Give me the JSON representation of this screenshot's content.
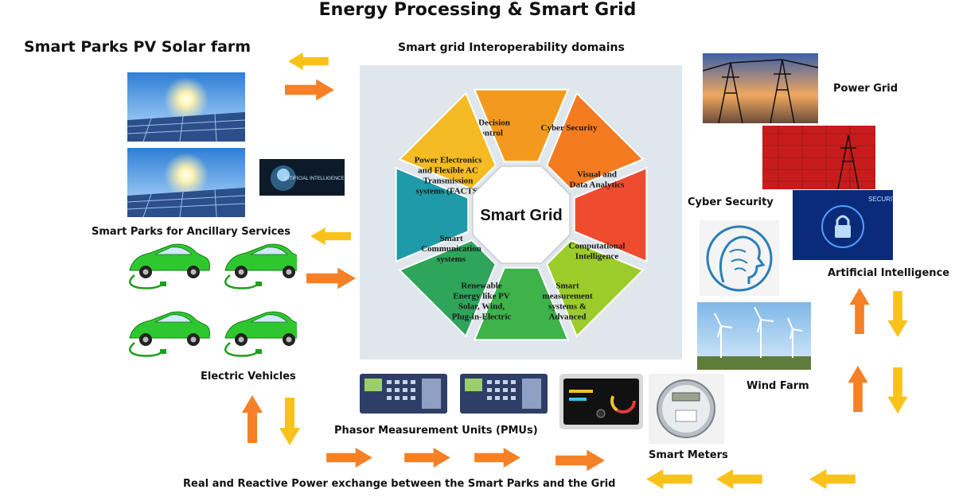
{
  "title": "Energy Processing & Smart Grid",
  "labels": {
    "solar_farm": "Smart Parks PV Solar farm",
    "interop": "Smart grid Interoperability domains",
    "ancillary": "Smart Parks for Ancillary Services",
    "ev": "Electric Vehicles",
    "pmu": "Phasor Measurement Units (PMUs)",
    "exchange": "Real and Reactive Power exchange between the Smart Parks and the Grid",
    "power_grid": "Power Grid",
    "cyber_security": "Cyber Security",
    "ai": "Artificial Intelligence",
    "wind_farm": "Wind Farm",
    "smart_meters": "Smart Meters",
    "ai_badge": "ARTIFICIAL INTELLIGENCE",
    "security_badge": "SECURITY"
  },
  "hub": "Smart Grid",
  "segments": [
    {
      "lines": [
        "Smart Decision",
        "and control"
      ],
      "color": "#f39a1e"
    },
    {
      "lines": [
        "Cyber Security"
      ],
      "color": "#f47b20"
    },
    {
      "lines": [
        "Visual and",
        "Data Analytics"
      ],
      "color": "#ef4b2f"
    },
    {
      "lines": [
        "Computational",
        "Intelligence"
      ],
      "color": "#9ccc2a"
    },
    {
      "lines": [
        "Smart",
        "measurement",
        "systems &",
        "Advanced"
      ],
      "color": "#3db34a"
    },
    {
      "lines": [
        "Renewable",
        "Energy like PV",
        "Solar, Wind,",
        "Plug-in-Electric"
      ],
      "color": "#2ea55a"
    },
    {
      "lines": [
        "Smart",
        "Communication",
        "systems"
      ],
      "color": "#1f9aa8"
    },
    {
      "lines": [
        "Power Electronics",
        "and Flexible AC",
        "Transmission",
        "systems (FACTS)"
      ],
      "color": "#f4bb22"
    }
  ],
  "colors": {
    "arrow_orange": "#f58025",
    "arrow_yellow": "#f9c21a",
    "panel_bg": "#dfe6ec"
  }
}
